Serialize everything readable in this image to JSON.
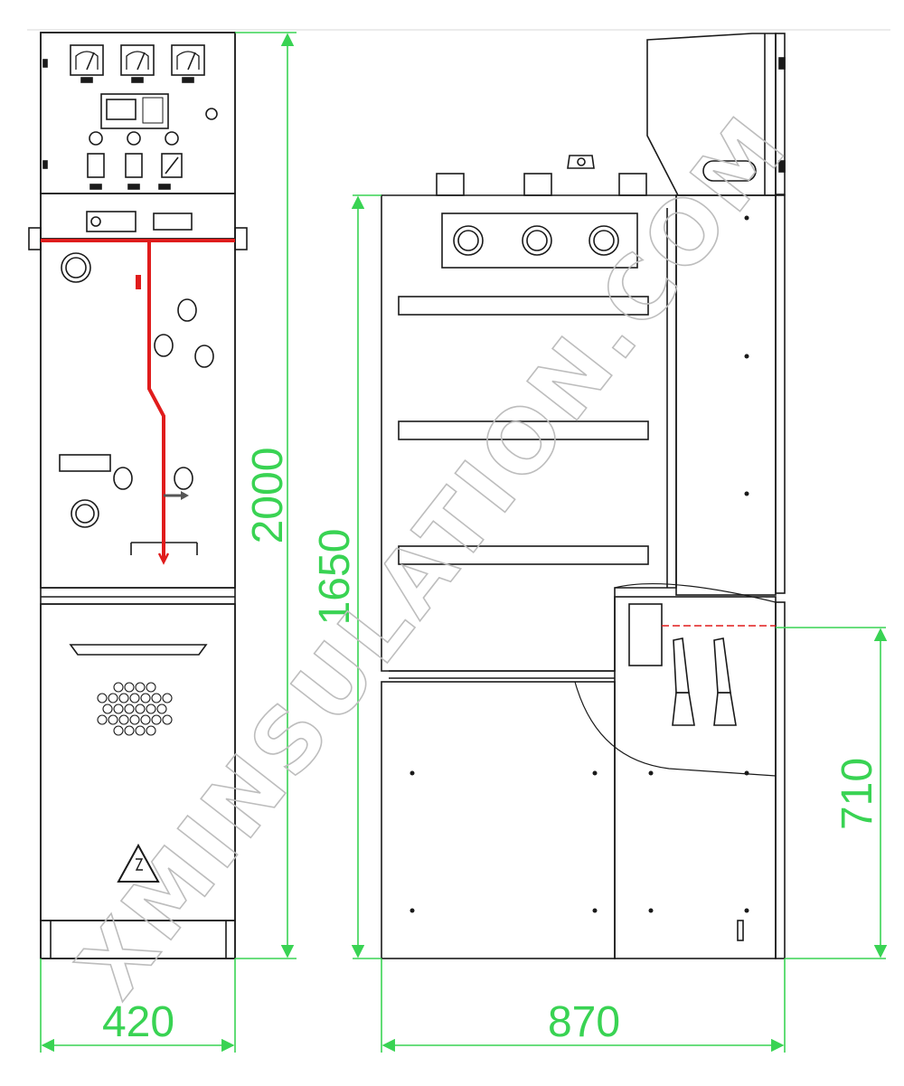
{
  "diagram": {
    "watermark": "XMINSULATION.COM",
    "dimensions": {
      "front_height": "2000",
      "front_width": "420",
      "side_height": "1650",
      "side_depth": "870",
      "cable_compartment_height": "710"
    },
    "colors": {
      "dimension_lines": "#39d353",
      "busbar": "#e01c1c",
      "linework": "#1a1a1a",
      "cable_compartment": "#e6e6e6"
    }
  }
}
